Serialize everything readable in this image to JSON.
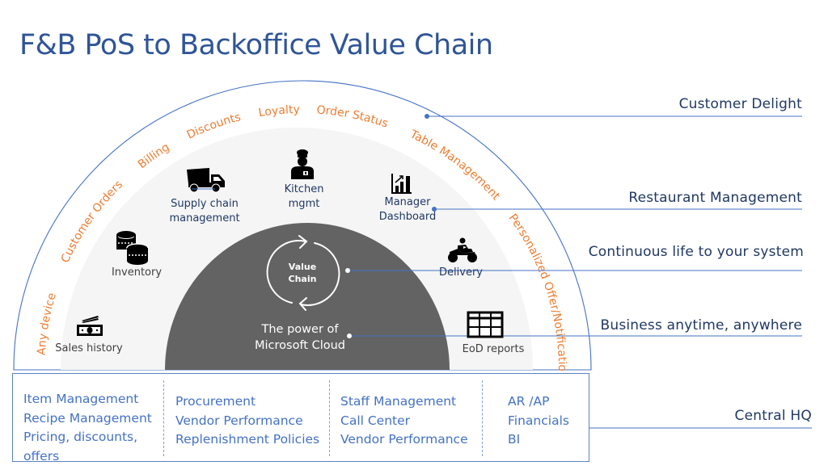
{
  "title": "F&B PoS to Backoffice Value Chain",
  "colors": {
    "title": "#2f5597",
    "arc_line": "#4472c4",
    "outer_text": "#ed7d31",
    "mid_fill": "#f5f5f5",
    "inner_fill": "#636363",
    "label_dark": "#1f3864",
    "hq_text": "#4472c4"
  },
  "outer_ring": {
    "items": [
      "Any device",
      "Customer Orders",
      "Billing",
      "Discounts",
      "Loyalty",
      "Order Status",
      "Table Management",
      "Personalized Offer/Notifications"
    ]
  },
  "middle_ring": {
    "nodes": [
      {
        "icon": "cash-icon",
        "label_lines": [
          "Sales history"
        ]
      },
      {
        "icon": "coins-icon",
        "label_lines": [
          "Inventory"
        ]
      },
      {
        "icon": "truck-icon",
        "label_lines": [
          "Supply chain",
          "management"
        ]
      },
      {
        "icon": "chef-icon",
        "label_lines": [
          "Kitchen",
          "mgmt"
        ]
      },
      {
        "icon": "bar-chart-icon",
        "label_lines": [
          "Manager",
          "Dashboard"
        ]
      },
      {
        "icon": "motorbike-icon",
        "label_lines": [
          "Delivery"
        ]
      },
      {
        "icon": "grid-report-icon",
        "label_lines": [
          "EoD reports"
        ]
      }
    ]
  },
  "inner_core": {
    "cycle_label_lines": [
      "Value",
      "Chain"
    ],
    "cloud_label_lines": [
      "The power of",
      "Microsoft Cloud"
    ],
    "icon": "cycle-arrows-icon"
  },
  "layers": [
    {
      "label": "Customer Delight"
    },
    {
      "label": "Restaurant Management"
    },
    {
      "label": "Continuous life to your system"
    },
    {
      "label": "Business anytime, anywhere"
    },
    {
      "label": "Central HQ"
    }
  ],
  "central_hq": {
    "columns": [
      {
        "lines": [
          "Item Management",
          "Recipe Management",
          "Pricing, discounts,",
          "offers"
        ]
      },
      {
        "lines": [
          "Procurement",
          "Vendor Performance",
          "Replenishment Policies"
        ]
      },
      {
        "lines": [
          "Staff Management",
          "Call Center",
          "Vendor Performance"
        ]
      },
      {
        "lines": [
          "AR /AP",
          "Financials",
          "BI"
        ]
      }
    ]
  }
}
